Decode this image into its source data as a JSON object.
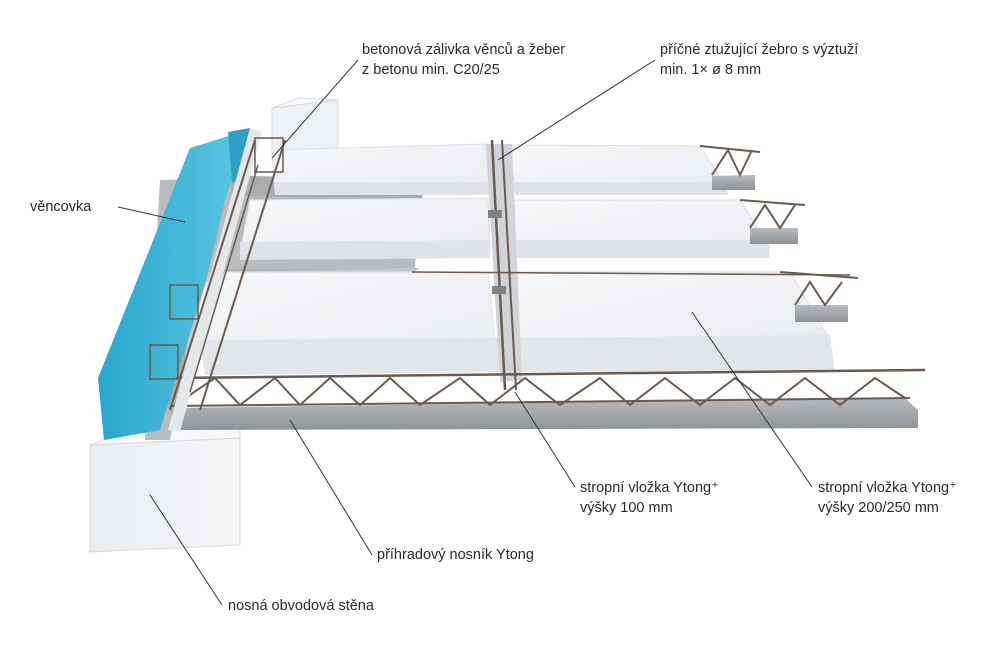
{
  "labels": {
    "concrete_fill": {
      "line1": "betonová zálivka věnců a žeber",
      "line2": "z betonu min. C20/25"
    },
    "cross_rib": {
      "line1": "příčné ztužující žebro s výztuží",
      "line2": "min. 1× ø 8 mm"
    },
    "rim_block": {
      "line1": "věncovka"
    },
    "insert_100": {
      "line1": "stropní vložka Ytong⁺",
      "line2": "výšky 100 mm"
    },
    "insert_200": {
      "line1": "stropní vložka Ytong⁺",
      "line2": "výšky 200/250 mm"
    },
    "lattice_beam": {
      "line1": "příhradový nosník Ytong"
    },
    "bearing_wall": {
      "line1": "nosná obvodová stěna"
    }
  },
  "colors": {
    "background": "#ffffff",
    "block_top": "#f1f3f5",
    "block_side": "#dfe3e7",
    "block_shadow": "#c9ced3",
    "concrete": "#b9bcbe",
    "concrete_dark": "#9ea2a4",
    "insulation": "#3fb6d8",
    "rebar": "#6b5a4e",
    "leader": "#333333",
    "text": "#2a2a2a"
  }
}
